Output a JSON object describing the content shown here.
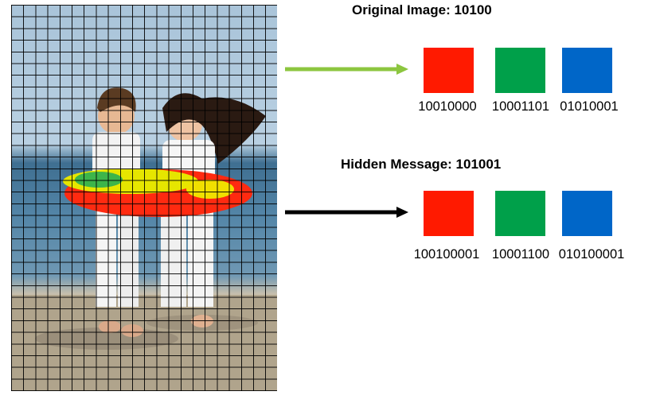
{
  "original": {
    "heading": "Original Image: 10100",
    "pixels": [
      {
        "color": "#ff1a00",
        "bits": "10010000"
      },
      {
        "color": "#00a04a",
        "bits": "10001101"
      },
      {
        "color": "#0066c8",
        "bits": "01010001"
      }
    ],
    "arrow_color": "#8cc63f"
  },
  "hidden": {
    "heading": "Hidden Message: 101001",
    "pixels": [
      {
        "color": "#ff1a00",
        "bits": "100100001"
      },
      {
        "color": "#00a04a",
        "bits": "10001100"
      },
      {
        "color": "#0066c8",
        "bits": "010100001"
      }
    ],
    "arrow_color": "#000000"
  },
  "image": {
    "icon": "children-on-beach-photo"
  }
}
